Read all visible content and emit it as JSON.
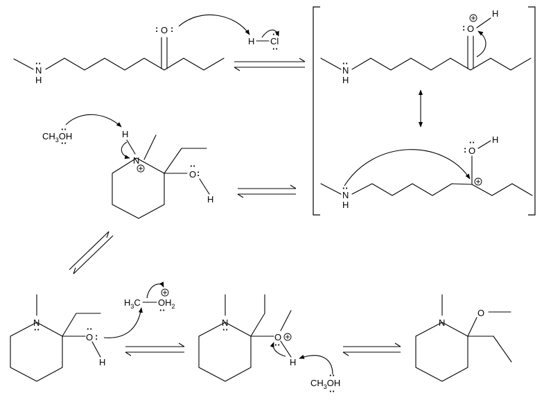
{
  "labels": {
    "n": "N",
    "h": "H",
    "o": "O",
    "cl": "Cl",
    "ch3oh_main": "CH",
    "ch3oh_sub": "3",
    "ch3oh_tail": "OH",
    "h3c_main": "H",
    "h3c_sub": "3",
    "h3c_tail": "C",
    "oh2_main": "OH",
    "oh2_sub": "2",
    "charge": "+"
  }
}
